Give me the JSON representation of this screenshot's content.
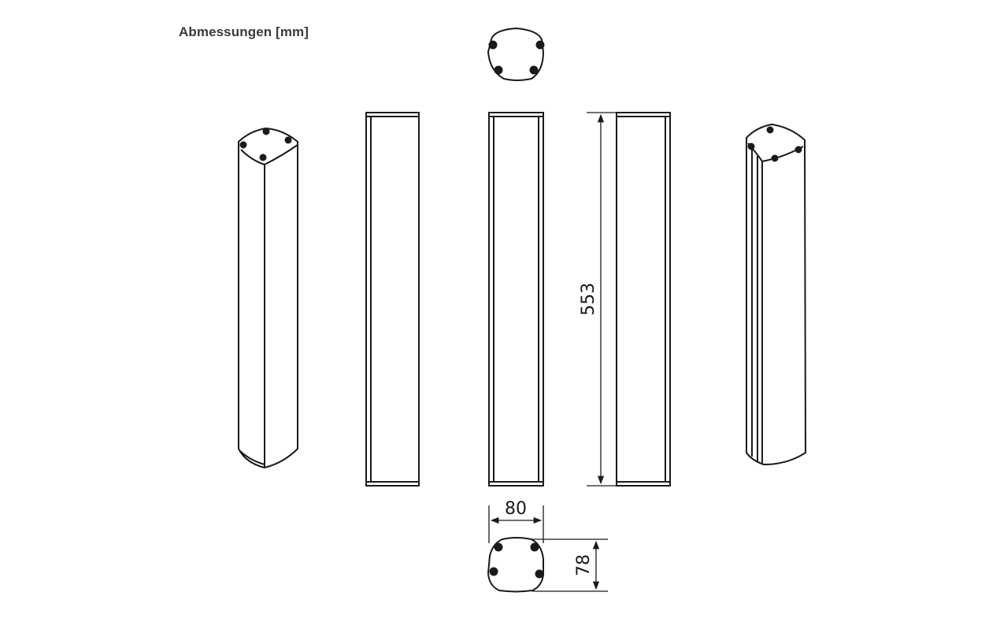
{
  "title": "Abmessungen [mm]",
  "dimensions": {
    "height": "553",
    "width": "80",
    "depth": "78"
  },
  "colors": {
    "line": "#1a1a1a",
    "fill": "#ffffff"
  }
}
